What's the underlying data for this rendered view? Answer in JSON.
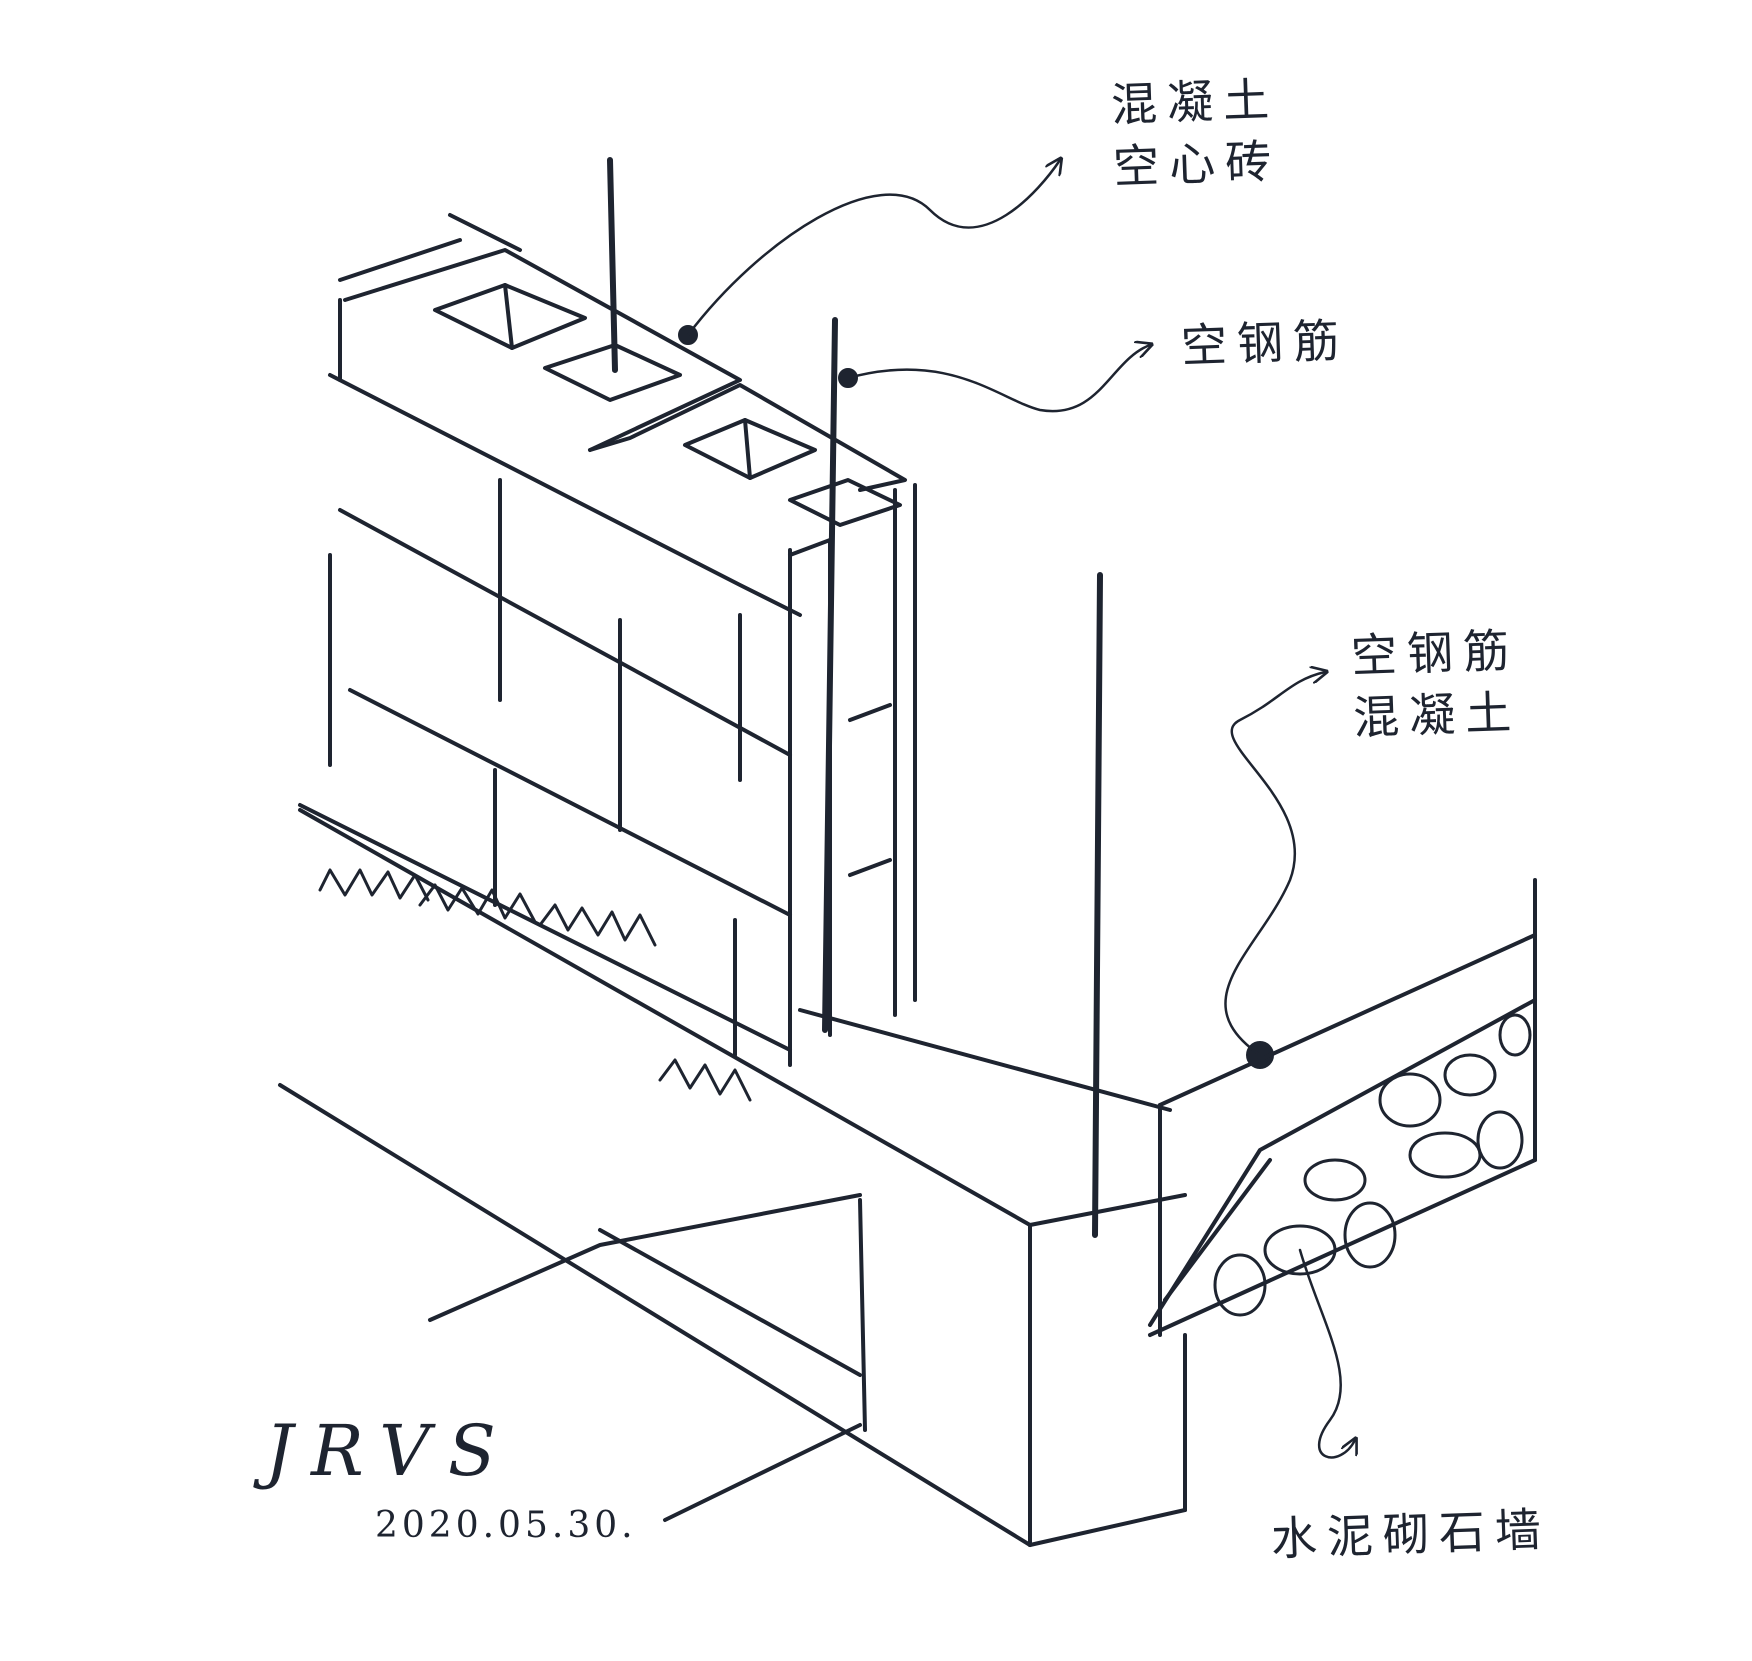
{
  "annotations": {
    "top_label_line1": "混凝土",
    "top_label_line2": "空心砖",
    "middle_label": "空钢筋",
    "right_label_line1": "空钢筋",
    "right_label_line2": "混凝土",
    "bottom_label": "水泥砌石墙"
  },
  "signature": {
    "name": "JRVS",
    "date": "2020.05.30."
  },
  "colors": {
    "ink": "#1e2430",
    "paper": "#ffffff"
  }
}
